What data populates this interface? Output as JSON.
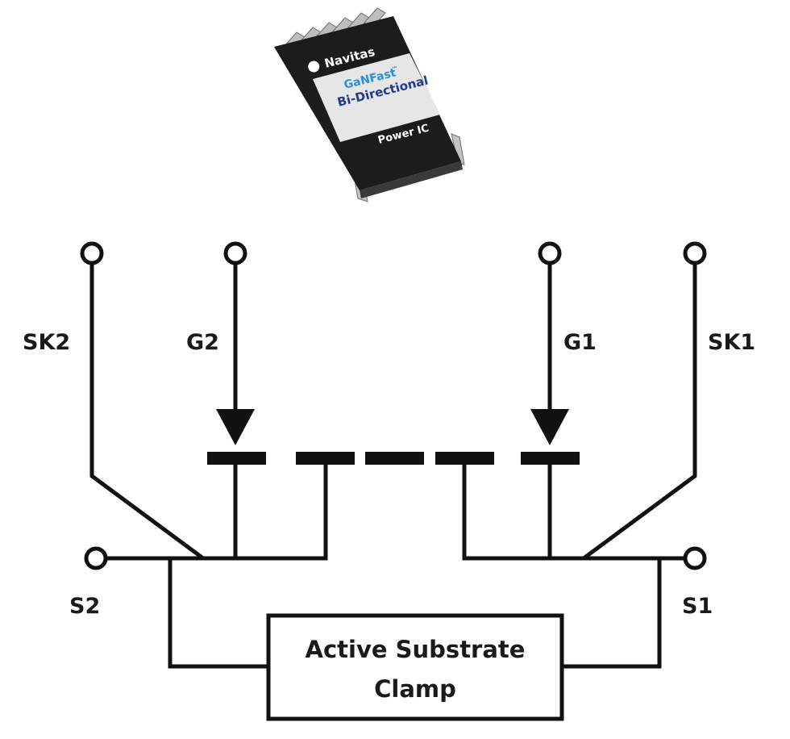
{
  "chip": {
    "brand": "Navitas",
    "line1": "GaNFast",
    "tm": "™",
    "line2": "Bi-Directional",
    "line3": "Power IC"
  },
  "terminals": {
    "sk2": "SK2",
    "g2": "G2",
    "g1": "G1",
    "sk1": "SK1",
    "s2": "S2",
    "s1": "S1"
  },
  "clamp": {
    "line1": "Active Substrate",
    "line2": "Clamp"
  },
  "colors": {
    "ink": "#111111",
    "chip_body": "#1c1c1c",
    "chip_label": "#e6e6e6",
    "ganfast_blue": "#2a8fd6",
    "bidir_navy": "#1f3a8f"
  }
}
